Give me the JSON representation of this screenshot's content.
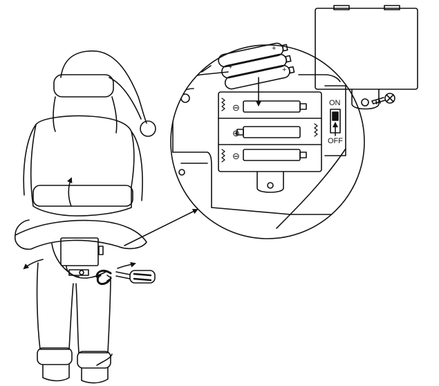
{
  "diagram": {
    "switch": {
      "on_label": "ON",
      "off_label": "OFF"
    },
    "battery_compartment": {
      "slot_count": 3,
      "polarity_symbols": [
        "⊖",
        "⊕",
        "⊖"
      ]
    },
    "loose_batteries": {
      "count": 3,
      "polarity_symbol": "+"
    },
    "ink_color": "#111111",
    "background_color": "#ffffff",
    "icons": [
      "santa-figure",
      "screwdriver-icon",
      "rotate-arrow-icon",
      "screw-icon",
      "battery-icon",
      "down-arrow-icon",
      "switch-icon"
    ]
  }
}
